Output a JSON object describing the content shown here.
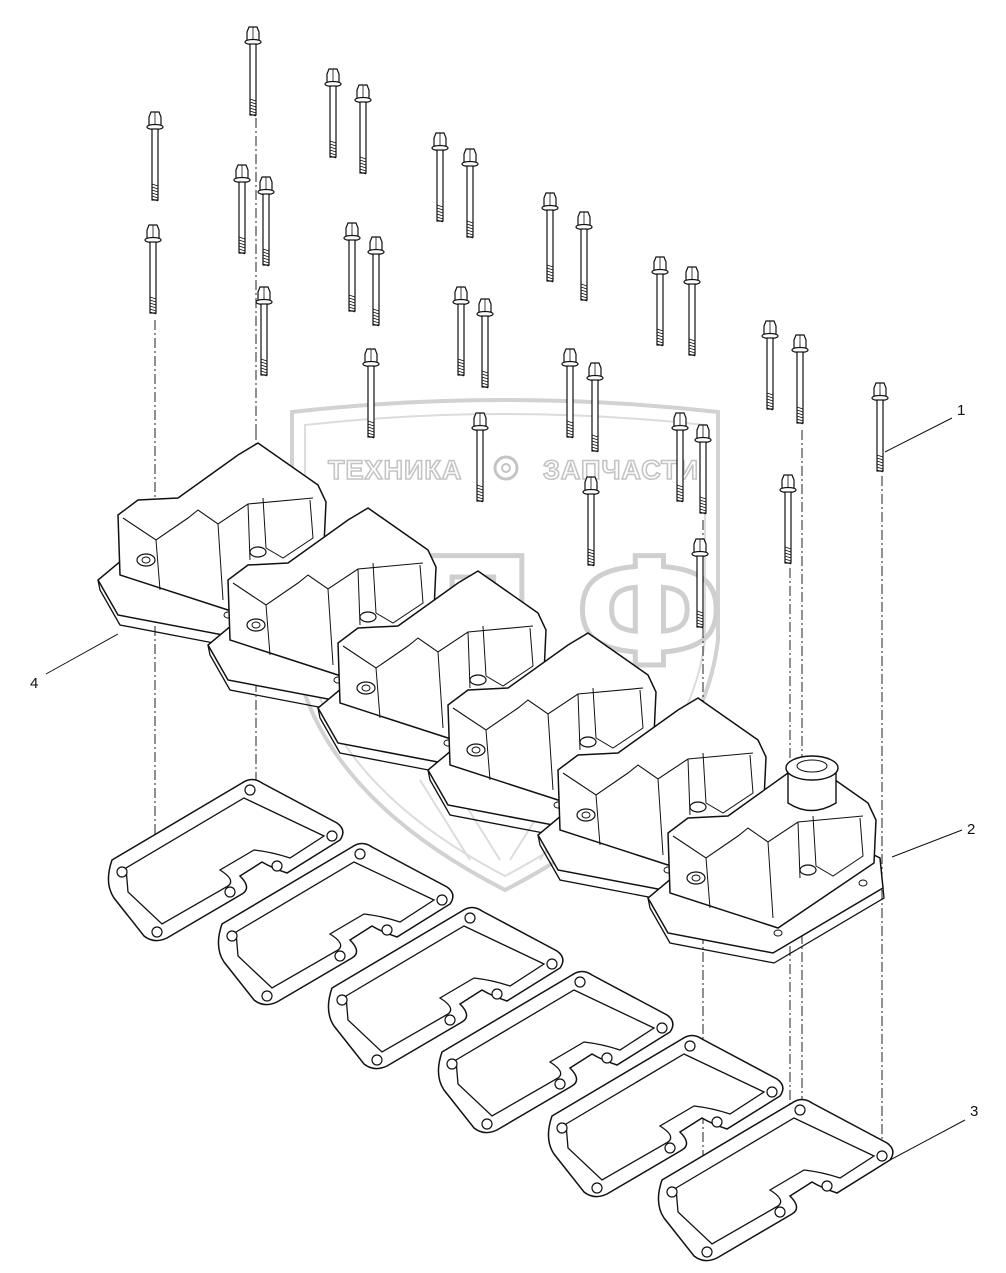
{
  "diagram": {
    "callouts": [
      {
        "id": "1",
        "label": "1"
      },
      {
        "id": "2",
        "label": "2"
      },
      {
        "id": "3",
        "label": "3"
      },
      {
        "id": "4",
        "label": "4"
      }
    ],
    "watermark": {
      "left_word": "ТЕХНИКА",
      "right_word": "ЗАПЧАСТИ",
      "monogram": "ЭП",
      "monogram_2": "Ф"
    },
    "parts": {
      "bolts_count": 30,
      "covers_count": 6,
      "gaskets_count": 6
    }
  }
}
